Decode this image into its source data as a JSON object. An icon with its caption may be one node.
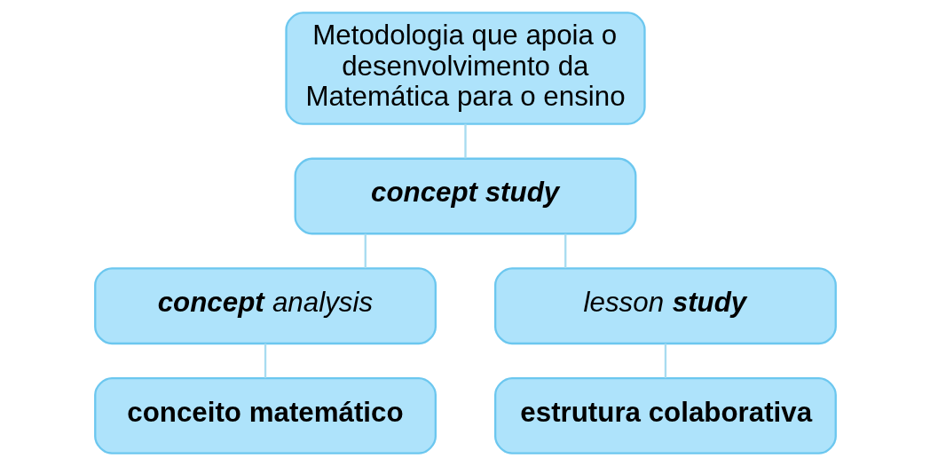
{
  "diagram": {
    "nodes": [
      {
        "text": [
          "Metodologia que apoia o desenvolvimento da Matemática para o ensino"
        ]
      },
      {
        "text": [
          "concept study"
        ]
      },
      {
        "text": [
          "**concept** analysis"
        ]
      },
      {
        "text": [
          "lesson **study**"
        ]
      },
      {
        "text": [
          "conceito matemático"
        ]
      },
      {
        "text": [
          "estrutura colaborativa"
        ]
      }
    ],
    "edges": [
      {
        "from": 0,
        "to": 1,
        "arrow": "none"
      },
      {
        "from": 1,
        "to": 2,
        "arrow": "none"
      },
      {
        "from": 1,
        "to": 3,
        "arrow": "none"
      },
      {
        "from": 2,
        "to": 4,
        "arrow": "none"
      },
      {
        "from": 3,
        "to": 5,
        "arrow": "none"
      }
    ]
  }
}
